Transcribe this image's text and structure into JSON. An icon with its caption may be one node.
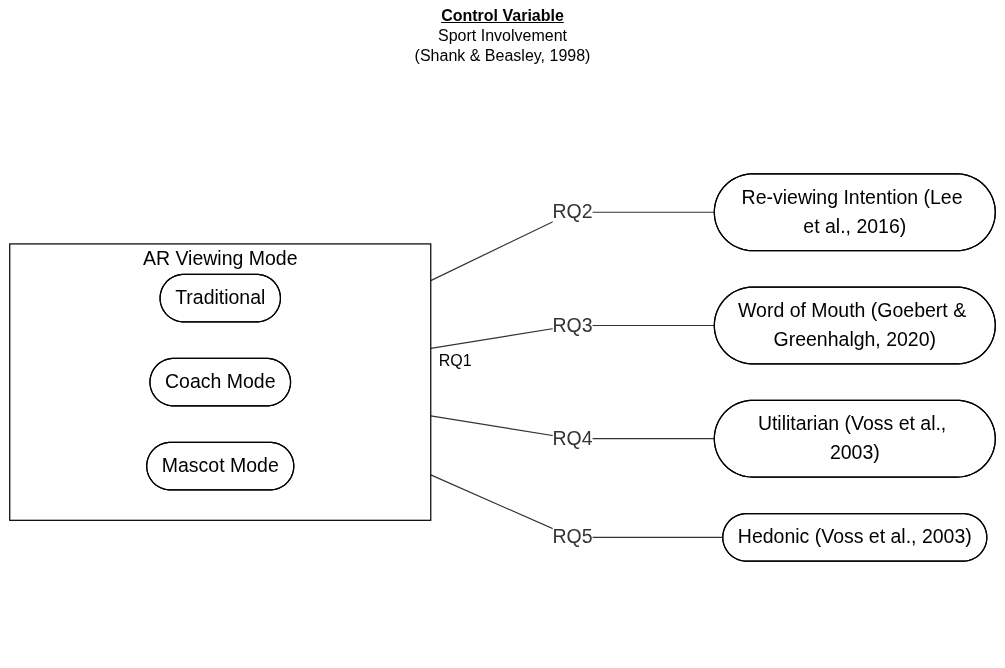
{
  "diagram": {
    "nodes": [
      {
        "text": [
          "AR Viewing Mode"
        ]
      },
      {
        "text": [
          "Traditional"
        ],
        "in": 0
      },
      {
        "text": [
          "Coach Mode"
        ],
        "in": 0
      },
      {
        "text": [
          "Mascot Mode"
        ],
        "in": 0
      },
      {
        "text": [
          "Re-viewing Intention (Lee et al., 2016)"
        ]
      },
      {
        "text": [
          "Word of Mouth (Goebert & Greenhalgh, 2020)"
        ]
      },
      {
        "text": [
          "Utilitarian (Voss et al., 2003)"
        ]
      },
      {
        "text": [
          "Hedonic (Voss et al., 2003)"
        ]
      }
    ],
    "edges": [
      {
        "from": 0,
        "to": 4,
        "arrow": "none",
        "label": "RQ2"
      },
      {
        "from": 0,
        "to": 5,
        "arrow": "none",
        "label": "RQ3"
      },
      {
        "from": 0,
        "to": 6,
        "arrow": "none",
        "label": "RQ4"
      },
      {
        "from": 0,
        "to": 7,
        "arrow": "none",
        "label": "RQ5"
      }
    ],
    "labels": [
      "Control Variable",
      "Sport Involvement",
      "(Shank & Beasley, 1998)",
      "RQ1"
    ]
  }
}
